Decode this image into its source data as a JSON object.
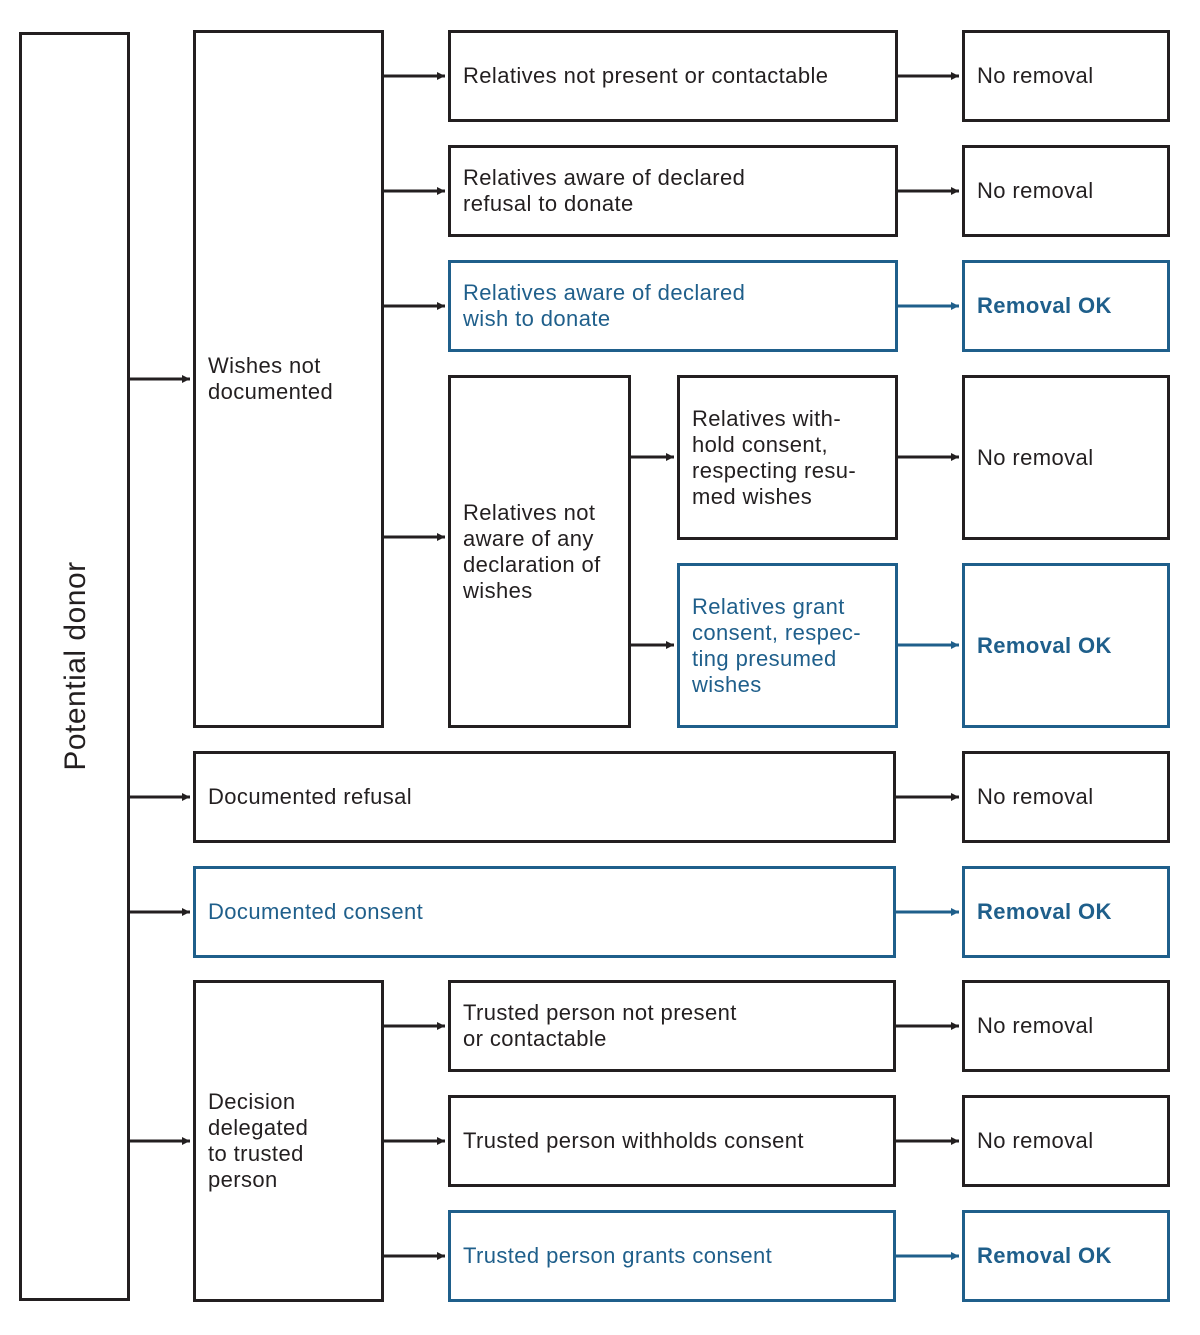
{
  "colors": {
    "dark": "#231f20",
    "blue": "#1f5f8b"
  },
  "root": "Potential donor",
  "branches": {
    "not_documented": "Wishes not\ndocumented",
    "documented_refusal": "Documented refusal",
    "documented_consent": "Documented consent",
    "delegated": "Decision\ndelegated\nto trusted\nperson"
  },
  "relatives": {
    "not_present": "Relatives not present or contactable",
    "aware_refusal": "Relatives aware of declared\nrefusal to donate",
    "aware_wish": "Relatives aware of declared\nwish to donate",
    "not_aware": "Relatives not\naware of any\ndeclaration of\nwishes",
    "withhold": "Relatives with-\nhold consent,\nrespecting resu-\nmed wishes",
    "grant": "Relatives grant\nconsent, respec-\nting presumed\nwishes"
  },
  "trusted": {
    "not_present": "Trusted person not present\nor contactable",
    "withholds": "Trusted person withholds consent",
    "grants": "Trusted person grants consent"
  },
  "outcomes": {
    "no_removal": "No removal",
    "removal_ok": "Removal OK"
  }
}
